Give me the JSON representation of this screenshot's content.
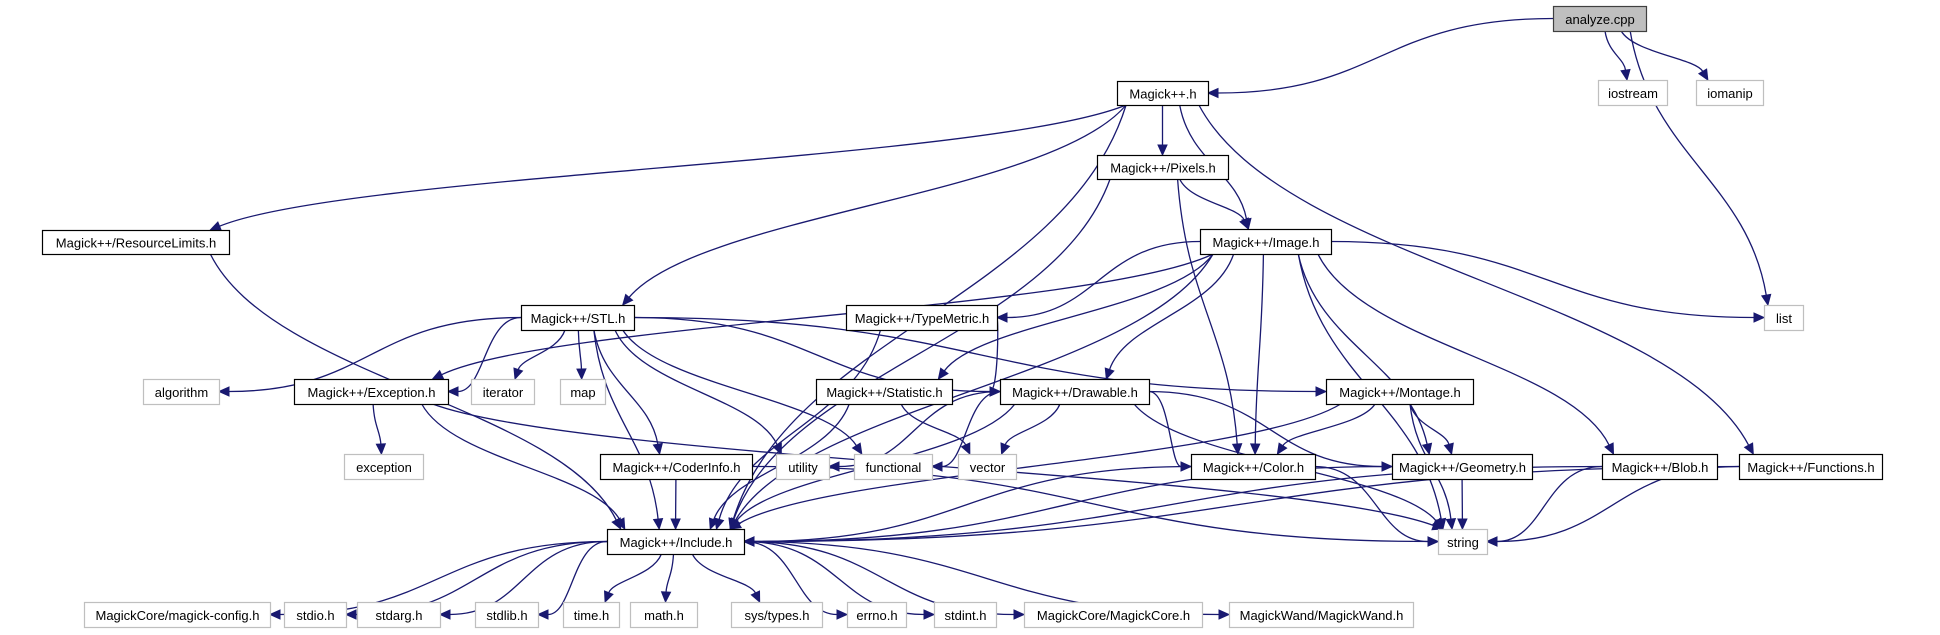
{
  "graph": {
    "title": "analyze.cpp",
    "type": "include dependency graph",
    "colors": {
      "edge": "#191970",
      "root_fill": "#bfbfbf",
      "local_border": "#000000",
      "external_border": "#bfbfbf"
    },
    "nodes": [
      {
        "id": "analyze",
        "label": "analyze.cpp",
        "kind": "root"
      },
      {
        "id": "iostream",
        "label": "iostream",
        "kind": "external"
      },
      {
        "id": "iomanip",
        "label": "iomanip",
        "kind": "external"
      },
      {
        "id": "magickpp",
        "label": "Magick++.h",
        "kind": "local"
      },
      {
        "id": "pixels",
        "label": "Magick++/Pixels.h",
        "kind": "local"
      },
      {
        "id": "resourcelimits",
        "label": "Magick++/ResourceLimits.h",
        "kind": "local"
      },
      {
        "id": "image",
        "label": "Magick++/Image.h",
        "kind": "local"
      },
      {
        "id": "list",
        "label": "list",
        "kind": "external"
      },
      {
        "id": "stl",
        "label": "Magick++/STL.h",
        "kind": "local"
      },
      {
        "id": "typemetric",
        "label": "Magick++/TypeMetric.h",
        "kind": "local"
      },
      {
        "id": "algorithm",
        "label": "algorithm",
        "kind": "external"
      },
      {
        "id": "exceptionh",
        "label": "Magick++/Exception.h",
        "kind": "local"
      },
      {
        "id": "iterator",
        "label": "iterator",
        "kind": "external"
      },
      {
        "id": "map",
        "label": "map",
        "kind": "external"
      },
      {
        "id": "statistic",
        "label": "Magick++/Statistic.h",
        "kind": "local"
      },
      {
        "id": "drawable",
        "label": "Magick++/Drawable.h",
        "kind": "local"
      },
      {
        "id": "montage",
        "label": "Magick++/Montage.h",
        "kind": "local"
      },
      {
        "id": "exception",
        "label": "exception",
        "kind": "external"
      },
      {
        "id": "coderinfo",
        "label": "Magick++/CoderInfo.h",
        "kind": "local"
      },
      {
        "id": "utility",
        "label": "utility",
        "kind": "external"
      },
      {
        "id": "functional",
        "label": "functional",
        "kind": "external"
      },
      {
        "id": "vector",
        "label": "vector",
        "kind": "external"
      },
      {
        "id": "color",
        "label": "Magick++/Color.h",
        "kind": "local"
      },
      {
        "id": "geometry",
        "label": "Magick++/Geometry.h",
        "kind": "local"
      },
      {
        "id": "blob",
        "label": "Magick++/Blob.h",
        "kind": "local"
      },
      {
        "id": "functions",
        "label": "Magick++/Functions.h",
        "kind": "local"
      },
      {
        "id": "include",
        "label": "Magick++/Include.h",
        "kind": "local"
      },
      {
        "id": "string",
        "label": "string",
        "kind": "external"
      },
      {
        "id": "magickconfig",
        "label": "MagickCore/magick-config.h",
        "kind": "external"
      },
      {
        "id": "stdio",
        "label": "stdio.h",
        "kind": "external"
      },
      {
        "id": "stdarg",
        "label": "stdarg.h",
        "kind": "external"
      },
      {
        "id": "stdlib",
        "label": "stdlib.h",
        "kind": "external"
      },
      {
        "id": "time",
        "label": "time.h",
        "kind": "external"
      },
      {
        "id": "math",
        "label": "math.h",
        "kind": "external"
      },
      {
        "id": "systypes",
        "label": "sys/types.h",
        "kind": "external"
      },
      {
        "id": "errno",
        "label": "errno.h",
        "kind": "external"
      },
      {
        "id": "stdint",
        "label": "stdint.h",
        "kind": "external"
      },
      {
        "id": "magickcore",
        "label": "MagickCore/MagickCore.h",
        "kind": "external"
      },
      {
        "id": "magickwand",
        "label": "MagickWand/MagickWand.h",
        "kind": "external"
      }
    ],
    "edges": [
      [
        "analyze",
        "magickpp"
      ],
      [
        "analyze",
        "iostream"
      ],
      [
        "analyze",
        "iomanip"
      ],
      [
        "analyze",
        "list"
      ],
      [
        "magickpp",
        "pixels"
      ],
      [
        "magickpp",
        "resourcelimits"
      ],
      [
        "magickpp",
        "image"
      ],
      [
        "magickpp",
        "stl"
      ],
      [
        "magickpp",
        "functions"
      ],
      [
        "magickpp",
        "include"
      ],
      [
        "pixels",
        "image"
      ],
      [
        "pixels",
        "color"
      ],
      [
        "pixels",
        "include"
      ],
      [
        "resourcelimits",
        "include"
      ],
      [
        "image",
        "list"
      ],
      [
        "image",
        "string"
      ],
      [
        "image",
        "typemetric"
      ],
      [
        "image",
        "statistic"
      ],
      [
        "image",
        "drawable"
      ],
      [
        "image",
        "exceptionh"
      ],
      [
        "image",
        "color"
      ],
      [
        "image",
        "geometry"
      ],
      [
        "image",
        "blob"
      ],
      [
        "image",
        "include"
      ],
      [
        "stl",
        "algorithm"
      ],
      [
        "stl",
        "exceptionh"
      ],
      [
        "stl",
        "iterator"
      ],
      [
        "stl",
        "map"
      ],
      [
        "stl",
        "coderinfo"
      ],
      [
        "stl",
        "utility"
      ],
      [
        "stl",
        "functional"
      ],
      [
        "stl",
        "drawable"
      ],
      [
        "stl",
        "montage"
      ],
      [
        "stl",
        "include"
      ],
      [
        "typemetric",
        "drawable"
      ],
      [
        "typemetric",
        "include"
      ],
      [
        "exceptionh",
        "exception"
      ],
      [
        "exceptionh",
        "string"
      ],
      [
        "exceptionh",
        "include"
      ],
      [
        "statistic",
        "vector"
      ],
      [
        "statistic",
        "include"
      ],
      [
        "drawable",
        "utility"
      ],
      [
        "drawable",
        "functional"
      ],
      [
        "drawable",
        "vector"
      ],
      [
        "drawable",
        "color"
      ],
      [
        "drawable",
        "geometry"
      ],
      [
        "drawable",
        "string"
      ],
      [
        "drawable",
        "include"
      ],
      [
        "montage",
        "color"
      ],
      [
        "montage",
        "geometry"
      ],
      [
        "montage",
        "string"
      ],
      [
        "montage",
        "include"
      ],
      [
        "coderinfo",
        "include"
      ],
      [
        "coderinfo",
        "string"
      ],
      [
        "color",
        "include"
      ],
      [
        "color",
        "string"
      ],
      [
        "geometry",
        "include"
      ],
      [
        "geometry",
        "string"
      ],
      [
        "blob",
        "include"
      ],
      [
        "blob",
        "string"
      ],
      [
        "functions",
        "include"
      ],
      [
        "functions",
        "string"
      ],
      [
        "include",
        "magickconfig"
      ],
      [
        "include",
        "stdio"
      ],
      [
        "include",
        "stdarg"
      ],
      [
        "include",
        "stdlib"
      ],
      [
        "include",
        "time"
      ],
      [
        "include",
        "math"
      ],
      [
        "include",
        "systypes"
      ],
      [
        "include",
        "errno"
      ],
      [
        "include",
        "stdint"
      ],
      [
        "include",
        "magickcore"
      ],
      [
        "include",
        "magickwand"
      ]
    ]
  }
}
